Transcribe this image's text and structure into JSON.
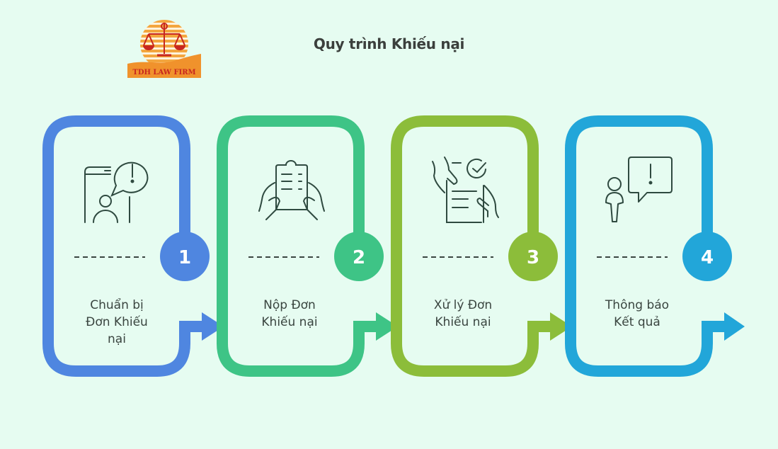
{
  "title": "Quy trình Khiếu nại",
  "logo": {
    "text": "TDH LAW FIRM"
  },
  "colors": {
    "background": "#e6fcf1",
    "step1": "#4f86e0",
    "step2": "#3ec486",
    "step3": "#8cbd3a",
    "step4": "#22a6d9",
    "icon_stroke": "#2f4a40",
    "logo_orange": "#f0922c",
    "logo_red": "#c8271f"
  },
  "steps": [
    {
      "number": "1",
      "label_line1": "Chuẩn bị",
      "label_line2": "Đơn Khiếu",
      "label_line3": "nại",
      "icon": "phone-alert-person-icon"
    },
    {
      "number": "2",
      "label_line1": "Nộp Đơn",
      "label_line2": "Khiếu nại",
      "icon": "hands-holding-document-icon"
    },
    {
      "number": "3",
      "label_line1": "Xử lý Đơn",
      "label_line2": "Khiếu nại",
      "icon": "document-review-check-icon"
    },
    {
      "number": "4",
      "label_line1": "Thông báo",
      "label_line2": "Kết quả",
      "icon": "person-alert-message-icon"
    }
  ]
}
